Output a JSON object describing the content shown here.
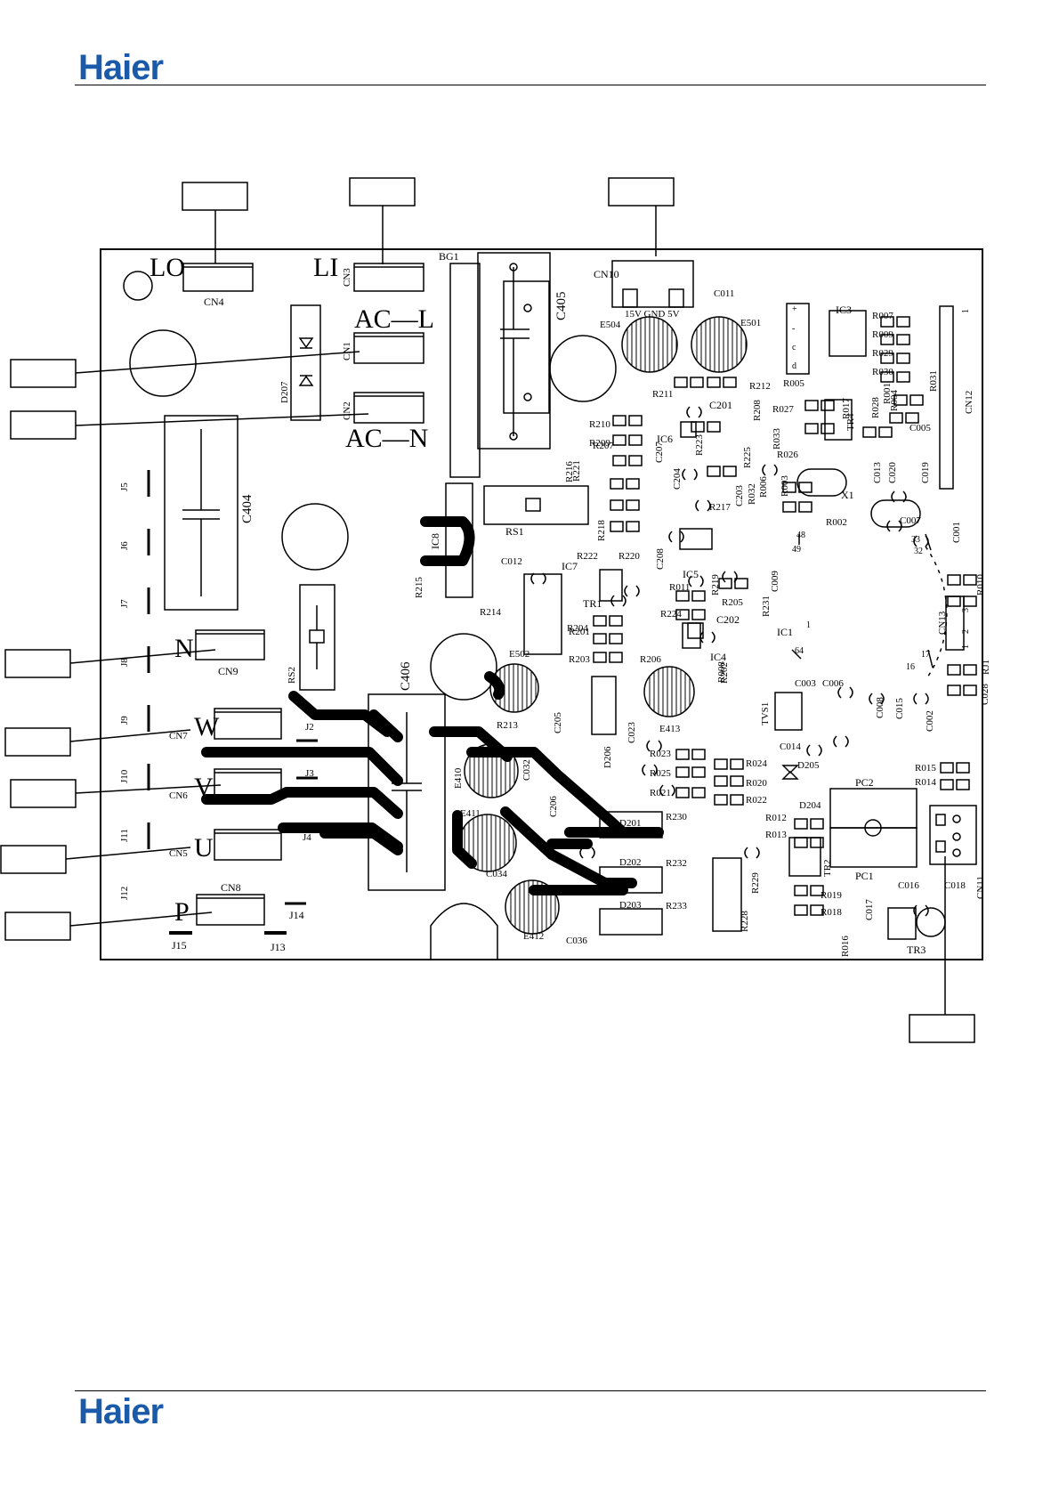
{
  "brand": {
    "logo_text": "Haier",
    "color": "#1a5aa8"
  },
  "board": {
    "big_labels": [
      "LO",
      "LI",
      "AC—L",
      "AC—N",
      "N",
      "W",
      "V",
      "U",
      "P"
    ],
    "connectors": [
      "CN4",
      "CN3",
      "CN1",
      "CN2",
      "CN10",
      "CN9",
      "CN7",
      "CN6",
      "CN5",
      "CN8",
      "CN11",
      "CN12",
      "CN13"
    ],
    "cn10_pins": "15V GND 5V",
    "jumpers": [
      "J2",
      "J3",
      "J4",
      "J5",
      "J6",
      "J7",
      "J8",
      "J9",
      "J10",
      "J11",
      "J12",
      "J13",
      "J14",
      "J15"
    ],
    "ics": [
      "IC1",
      "IC3",
      "IC4",
      "IC5",
      "IC6",
      "IC7",
      "IC8",
      "PC1",
      "PC2",
      "TR1",
      "TR2",
      "TR3",
      "TR4",
      "X1",
      "TVS1",
      "BG1",
      "RS1",
      "RS2"
    ],
    "capacitors": [
      "C404",
      "C405",
      "C406",
      "C201",
      "C202",
      "C203",
      "C204",
      "C205",
      "C206",
      "C207",
      "C208",
      "C001",
      "C002",
      "C003",
      "C005",
      "C006",
      "C007",
      "C008",
      "C009",
      "C011",
      "C012",
      "C013",
      "C014",
      "C015",
      "C016",
      "C017",
      "C018",
      "C019",
      "C020",
      "C023",
      "C028",
      "C032",
      "C034",
      "C036"
    ],
    "electrolytics": [
      "E410",
      "E411",
      "E412",
      "E413",
      "E501",
      "E502",
      "E504"
    ],
    "diodes": [
      "D201",
      "D202",
      "D203",
      "D204",
      "D205",
      "D206",
      "D207"
    ],
    "resistors": [
      "R001",
      "R002",
      "R003",
      "R004",
      "R005",
      "R006",
      "R007",
      "R008",
      "R009",
      "R010",
      "R011",
      "R012",
      "R013",
      "R014",
      "R015",
      "R016",
      "R017",
      "R018",
      "R019",
      "R020",
      "R021",
      "R022",
      "R023",
      "R024",
      "R025",
      "R026",
      "R027",
      "R028",
      "R029",
      "R030",
      "R031",
      "R032",
      "R033",
      "R201",
      "R202",
      "R203",
      "R204",
      "R205",
      "R206",
      "R207",
      "R208",
      "R209",
      "R210",
      "R211",
      "R212",
      "R213",
      "R214",
      "R215",
      "R216",
      "R217",
      "R218",
      "R219",
      "R220",
      "R221",
      "R222",
      "R223",
      "R224",
      "R225",
      "R228",
      "R229",
      "R230",
      "R231",
      "R232",
      "R233",
      "RJ1"
    ],
    "pin_numbers": [
      "1",
      "16",
      "17",
      "32",
      "33",
      "48",
      "49",
      "64",
      "1",
      "2",
      "3",
      "+",
      "-",
      "c",
      "d"
    ]
  }
}
